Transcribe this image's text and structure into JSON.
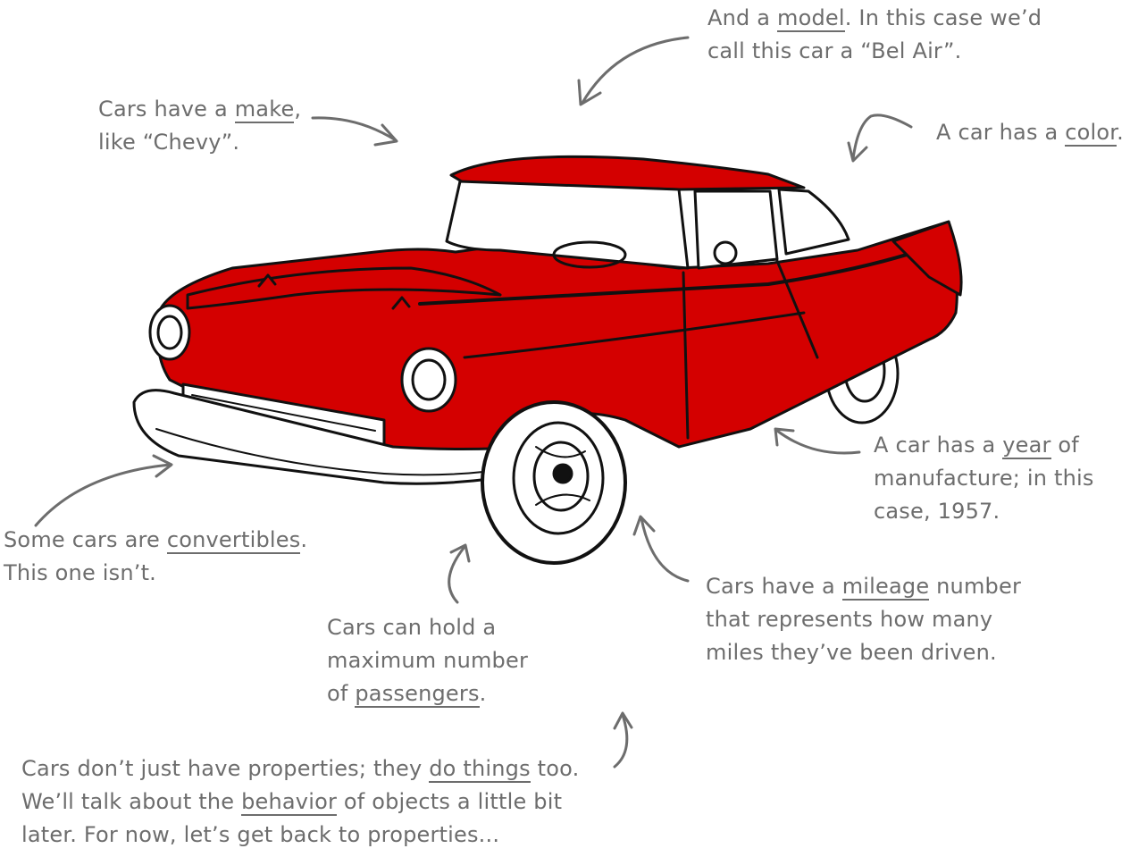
{
  "annotations": {
    "model": {
      "pre": "And a ",
      "key": "model",
      "post": ". In this case we’d",
      "line2": "call this car a “Bel Air”."
    },
    "make": {
      "pre": "Cars have a ",
      "key": "make",
      "post": ",",
      "line2": "like “Chevy”."
    },
    "color": {
      "pre": "A car has a ",
      "key": "color",
      "post": "."
    },
    "year": {
      "pre": "A car has a ",
      "key": "year",
      "post": " of",
      "line2": "manufacture; in this",
      "line3": "case, 1957."
    },
    "convertibles": {
      "pre": "Some cars are ",
      "key": "convertibles",
      "post": ".",
      "line2": "This one isn’t."
    },
    "mileage": {
      "pre": "Cars have a ",
      "key": "mileage",
      "post": " number",
      "line2": "that represents how many",
      "line3": "miles they’ve been driven."
    },
    "passengers": {
      "line1": "Cars can hold a",
      "line2": "maximum number",
      "pre": "of ",
      "key": "passengers",
      "post": "."
    },
    "behavior": {
      "l1_pre": "Cars don’t just have properties; they ",
      "l1_key": "do things",
      "l1_post": " too.",
      "l2_pre": "We’ll talk about the ",
      "l2_key": "behavior",
      "l2_post": " of objects a little bit",
      "line3": "later. For now, let’s get back to properties..."
    }
  },
  "colors": {
    "car_body": "#d40000",
    "ink": "#111111",
    "annotation_text": "#6d6d6d"
  }
}
